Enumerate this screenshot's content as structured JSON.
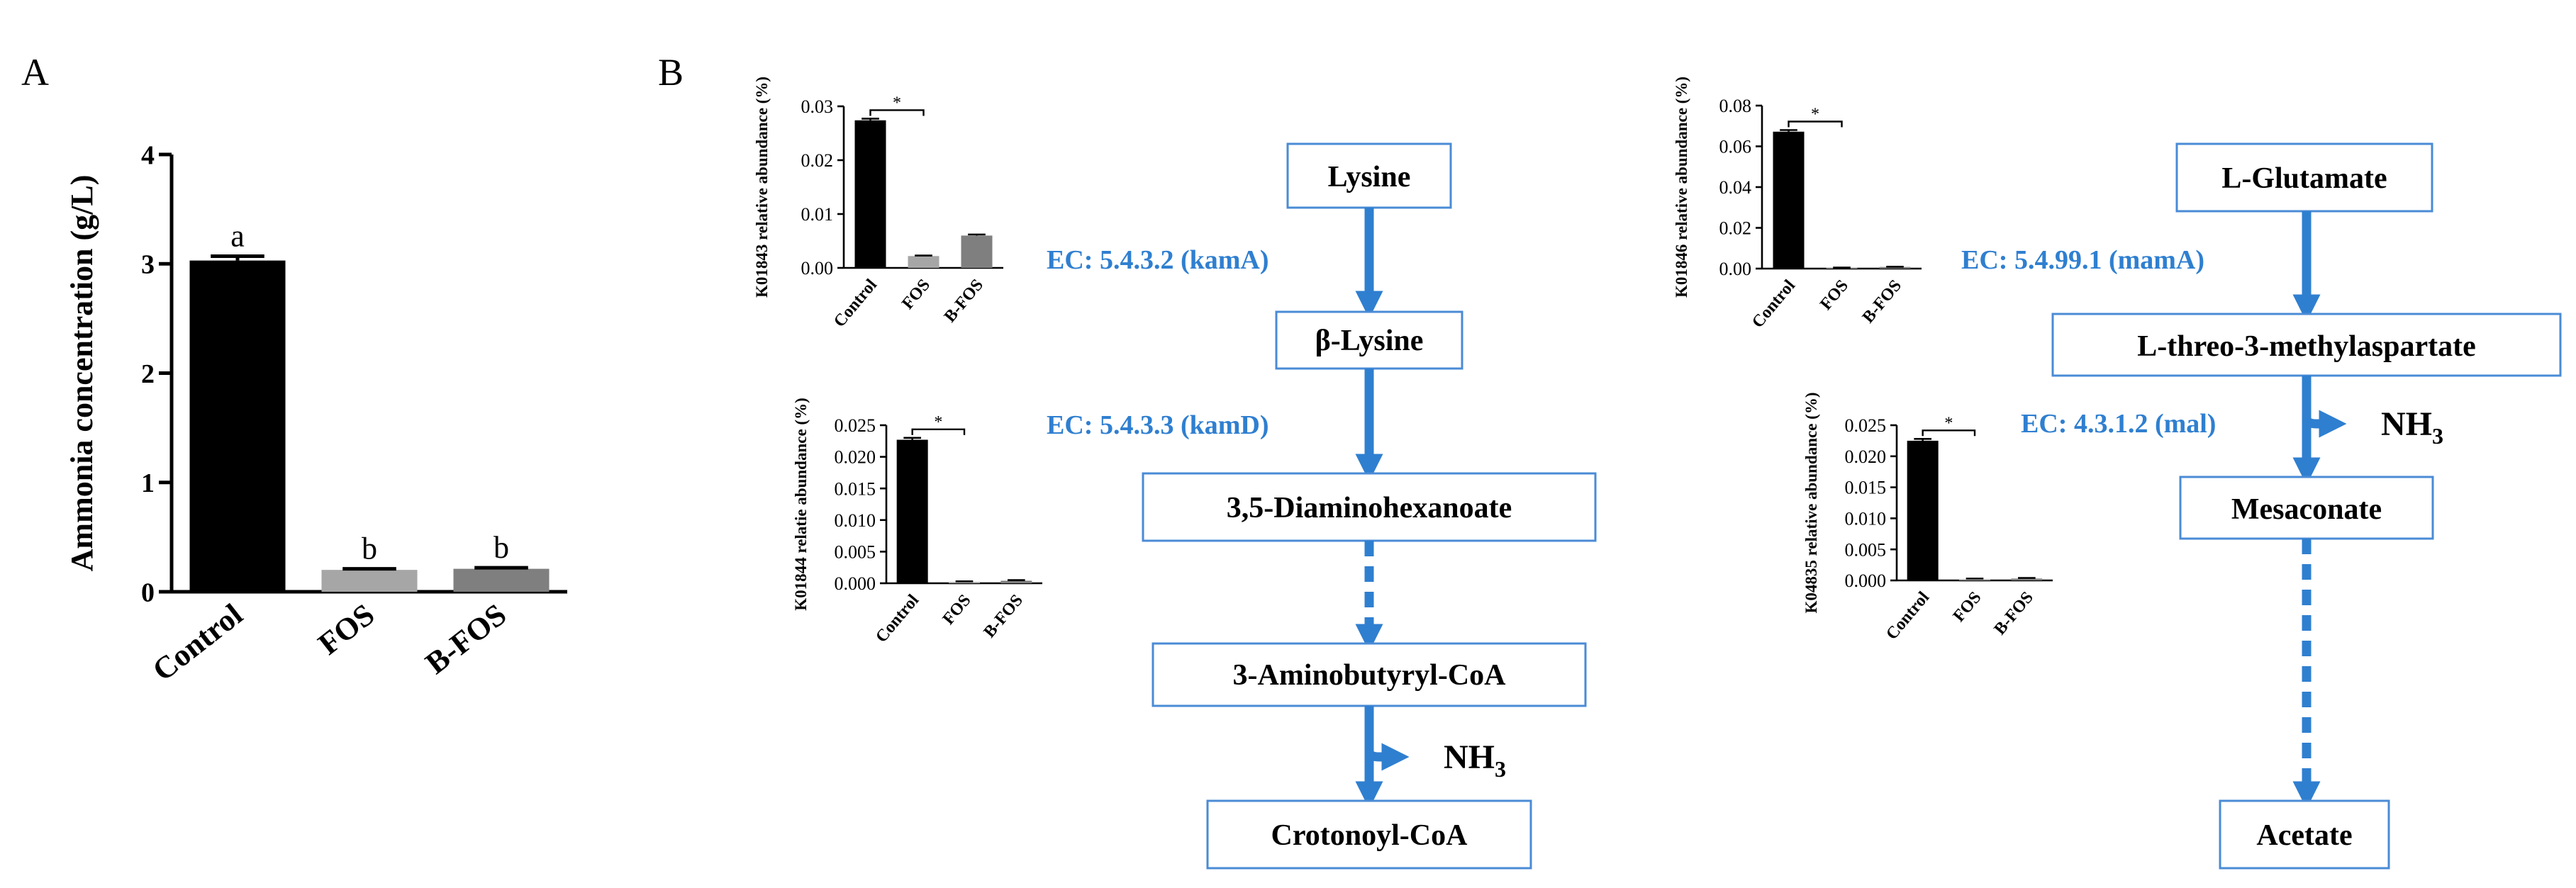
{
  "panel_labels": {
    "a": "A",
    "b": "B"
  },
  "colors": {
    "accent_blue": "#2f7fd0",
    "box_blue": "#4a8bd6"
  },
  "chart_data": [
    {
      "type": "bar",
      "id": "ammonia",
      "categories": [
        "Control",
        "FOS",
        "B-FOS"
      ],
      "values": [
        3.03,
        0.2,
        0.21
      ],
      "errors": [
        0.04,
        0.01,
        0.01
      ],
      "colors": [
        "#000000",
        "#a6a6a6",
        "#7f7f7f"
      ],
      "letters": [
        "a",
        "b",
        "b"
      ],
      "ylabel": "Ammonia concentration (g/L)",
      "ylim": [
        0,
        4
      ],
      "yticks": [
        "0",
        "1",
        "2",
        "3",
        "4"
      ],
      "grid": false
    },
    {
      "type": "bar",
      "id": "k01843",
      "categories": [
        "Control",
        "FOS",
        "B-FOS"
      ],
      "values": [
        0.0274,
        0.0022,
        0.006
      ],
      "errors": [
        0.0003,
        0.0001,
        0.0002
      ],
      "colors": [
        "#000000",
        "#a6a6a6",
        "#7f7f7f"
      ],
      "sig": "*",
      "ylabel": "K01843 relative abundance (%)",
      "ylim": [
        0,
        0.03
      ],
      "yticks": [
        "0.00",
        "0.01",
        "0.02",
        "0.03"
      ],
      "grid": false
    },
    {
      "type": "bar",
      "id": "k01844",
      "categories": [
        "Control",
        "FOS",
        "B-FOS"
      ],
      "values": [
        0.0227,
        0.0002,
        0.0004
      ],
      "errors": [
        0.0003,
        0.0001,
        0.0001
      ],
      "colors": [
        "#000000",
        "#a6a6a6",
        "#7f7f7f"
      ],
      "sig": "*",
      "ylabel": "K01844 relatie abundance (%)",
      "ylim": [
        0,
        0.025
      ],
      "yticks": [
        "0.000",
        "0.005",
        "0.010",
        "0.015",
        "0.020",
        "0.025"
      ],
      "grid": false
    },
    {
      "type": "bar",
      "id": "k01846",
      "categories": [
        "Control",
        "FOS",
        "B-FOS"
      ],
      "values": [
        0.0672,
        0.0004,
        0.0008
      ],
      "errors": [
        0.0008,
        0.0001,
        0.0001
      ],
      "colors": [
        "#000000",
        "#a6a6a6",
        "#7f7f7f"
      ],
      "sig": "*",
      "ylabel": "K01846 relative abundance (%)",
      "ylim": [
        0,
        0.08
      ],
      "yticks": [
        "0.00",
        "0.02",
        "0.04",
        "0.06",
        "0.08"
      ],
      "grid": false
    },
    {
      "type": "bar",
      "id": "k04835",
      "categories": [
        "Control",
        "FOS",
        "B-FOS"
      ],
      "values": [
        0.0225,
        0.0002,
        0.0003
      ],
      "errors": [
        0.0003,
        0.0001,
        0.0001
      ],
      "colors": [
        "#000000",
        "#a6a6a6",
        "#7f7f7f"
      ],
      "sig": "*",
      "ylabel": "K04835 relative abundance (%)",
      "ylim": [
        0,
        0.025
      ],
      "yticks": [
        "0.000",
        "0.005",
        "0.010",
        "0.015",
        "0.020",
        "0.025"
      ],
      "grid": false
    }
  ],
  "pathway": {
    "lysine": {
      "nodes": [
        "Lysine",
        "β-Lysine",
        "3,5-Diaminohexanoate",
        "3-Aminobutyryl-CoA",
        "Crotonoyl-CoA"
      ],
      "enzymes": [
        "EC: 5.4.3.2 (kamA)",
        "EC: 5.4.3.3 (kamD)"
      ],
      "nh3": "NH"
    },
    "glutamate": {
      "nodes": [
        "L-Glutamate",
        "L-threo-3-methylaspartate",
        "Mesaconate",
        "Acetate"
      ],
      "enzymes": [
        "EC: 5.4.99.1 (mamA)",
        "EC: 4.3.1.2 (mal)"
      ],
      "nh3": "NH"
    },
    "nh3_subscript": "3"
  }
}
